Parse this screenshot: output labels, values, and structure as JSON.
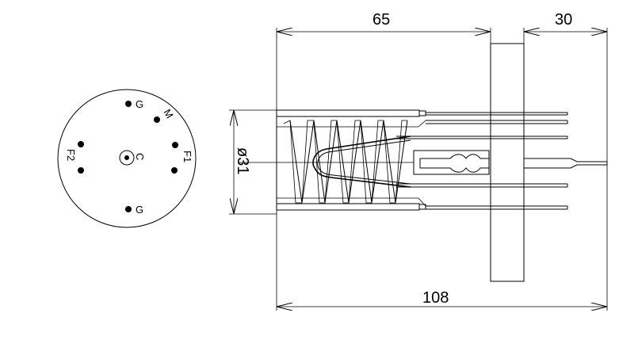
{
  "dimensions": {
    "length_left": "65",
    "length_right": "30",
    "length_total": "108",
    "diameter": "ø31"
  },
  "pin_labels": {
    "g_top": "G",
    "m": "M",
    "f1": "F1",
    "f2": "F2",
    "c": "C",
    "g_bottom": "G"
  }
}
